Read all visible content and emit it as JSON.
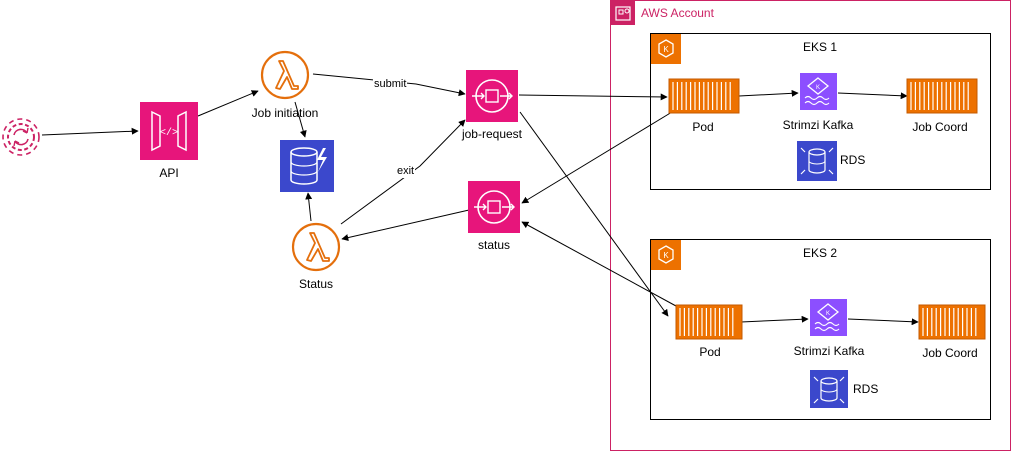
{
  "colors": {
    "aws_border": "#cc2264",
    "pink": "#e7157b",
    "lambda_orange": "#e46f0c",
    "eks_orange": "#ed7100",
    "kafka_purple": "#8c4fff",
    "db_blue": "#3b48cc",
    "edge": "#000000"
  },
  "aws_account": {
    "title": "AWS Account",
    "icon": "aws-account-group-icon"
  },
  "eks1": {
    "title": "EKS 1",
    "icon": "eks-icon"
  },
  "eks2": {
    "title": "EKS 2",
    "icon": "eks-icon"
  },
  "nodes": {
    "event": {
      "label": "",
      "icon": "eventbridge-scheduler-icon"
    },
    "api": {
      "label": "API",
      "icon": "api-gateway-icon"
    },
    "job_init": {
      "label": "Job initiation",
      "icon": "lambda-icon"
    },
    "dynamo": {
      "label": "",
      "icon": "dynamodb-icon"
    },
    "status_fn": {
      "label": "Status",
      "icon": "lambda-icon"
    },
    "job_request": {
      "label": "job-request",
      "icon": "sqs-queue-icon"
    },
    "status_q": {
      "label": "status",
      "icon": "sqs-queue-icon"
    },
    "pod1": {
      "label": "Pod",
      "icon": "container-icon"
    },
    "kafka1": {
      "label": "Strimzi Kafka",
      "icon": "kafka-icon"
    },
    "coord1": {
      "label": "Job Coord",
      "icon": "container-icon"
    },
    "rds1": {
      "label": "RDS",
      "icon": "rds-icon"
    },
    "pod2": {
      "label": "Pod",
      "icon": "container-icon"
    },
    "kafka2": {
      "label": "Strimzi Kafka",
      "icon": "kafka-icon"
    },
    "coord2": {
      "label": "Job Coord",
      "icon": "container-icon"
    },
    "rds2": {
      "label": "RDS",
      "icon": "rds-icon"
    }
  },
  "edges": {
    "submit": "submit",
    "exit": "exit"
  }
}
